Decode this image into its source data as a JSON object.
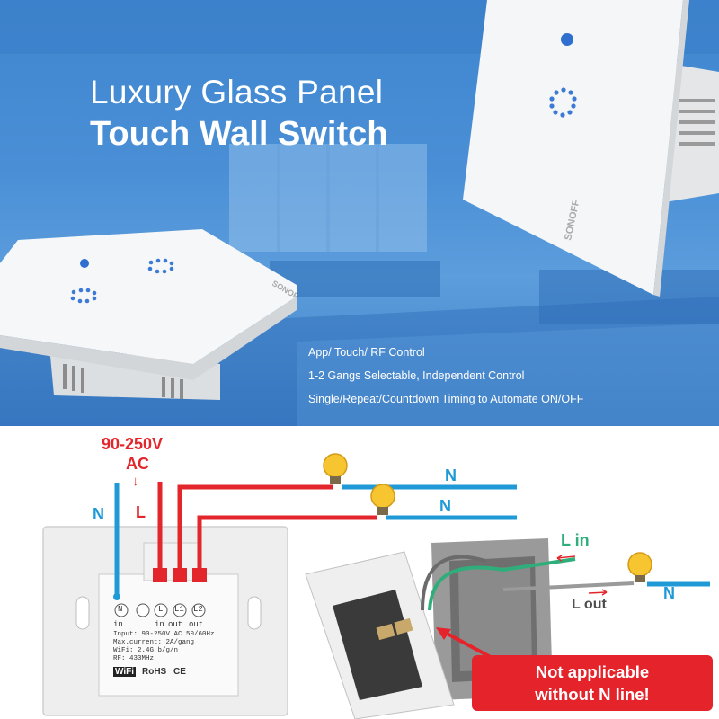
{
  "banner": {
    "title_line1": "Luxury Glass Panel",
    "title_line2": "Touch Wall Switch",
    "features": [
      "App/ Touch/ RF Control",
      "1-2 Gangs Selectable, Independent Control",
      "Single/Repeat/Countdown Timing to Automate ON/OFF"
    ],
    "brand_mark": "SONOFF"
  },
  "diagram": {
    "voltage_label": "90-250V",
    "ac_label": "AC",
    "arrow_glyph": "↓",
    "n_left_label": "N",
    "l_left_label": "L",
    "n_lamp1_label": "N",
    "n_lamp2_label": "N",
    "l_in_label": "L in",
    "l_out_label": "L out",
    "n_right_label": "N",
    "terminals": {
      "n": "N",
      "l": "L",
      "l1": "L1",
      "l2": "L2",
      "in1": "in",
      "in2": "in",
      "out1": "out",
      "out2": "out"
    },
    "specs": [
      "Input: 90-250V AC 50/60Hz",
      "Max.current: 2A/gang",
      "WiFi: 2.4G b/g/n",
      "RF: 433MHz"
    ],
    "cert_wifi": "WiFi",
    "cert_rohs": "RoHS",
    "cert_ce": "CE",
    "warning_line1": "Not applicable",
    "warning_line2": "without N line!"
  },
  "colors": {
    "live_wire": "#e3262b",
    "neutral_wire": "#1f9ad6",
    "l_in_wire": "#2fae7b",
    "banner_blue": "#4a8fd6",
    "warning_bg": "#e4232a"
  }
}
